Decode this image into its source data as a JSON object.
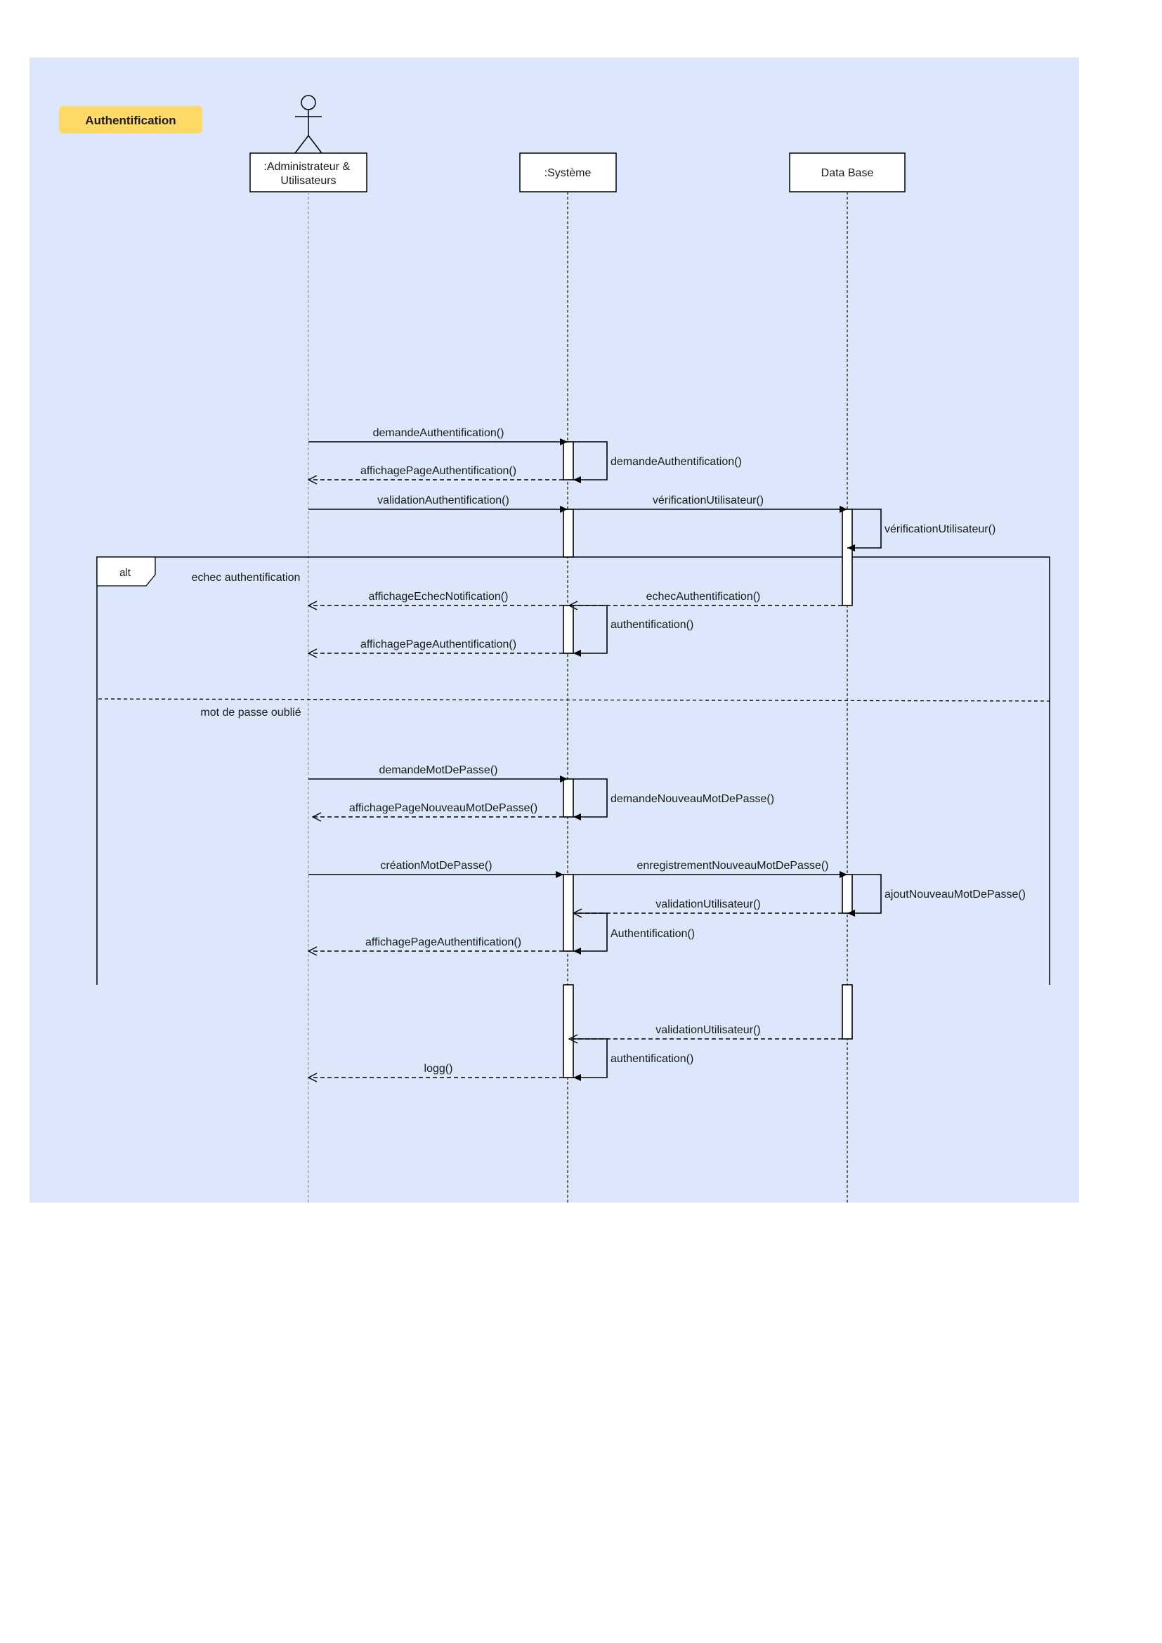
{
  "title_badge": "Authentification",
  "participants": {
    "actor": ":Administrateur & Utilisateurs",
    "system": ":Système",
    "database": "Data Base"
  },
  "fragment": {
    "operator": "alt",
    "guard_1": "echec authentification",
    "guard_2": "mot de passe oublié"
  },
  "messages": {
    "m01": "demandeAuthentification()",
    "m02": "demandeAuthentification()",
    "m03": "affichagePageAuthentification()",
    "m04": "validationAuthentification()",
    "m05": "vérificationUtilisateur()",
    "m06": "vérificationUtilisateur()",
    "m07": "affichageEchecNotification()",
    "m08": "echecAuthentification()",
    "m09": "authentification()",
    "m10": "affichagePageAuthentification()",
    "m11": "demandeMotDePasse()",
    "m12": "demandeNouveauMotDePasse()",
    "m13": "affichagePageNouveauMotDePasse()",
    "m14": "créationMotDePasse()",
    "m15": "enregistrementNouveauMotDePasse()",
    "m16": "ajoutNouveauMotDePasse()",
    "m17": "validationUtilisateur()",
    "m18": "Authentification()",
    "m19": "affichagePageAuthentification()",
    "m20": "validationUtilisateur()",
    "m21": "authentification()",
    "m22": "logg()"
  },
  "colors": {
    "background": "#dde7fb",
    "badge": "#ffd966"
  }
}
